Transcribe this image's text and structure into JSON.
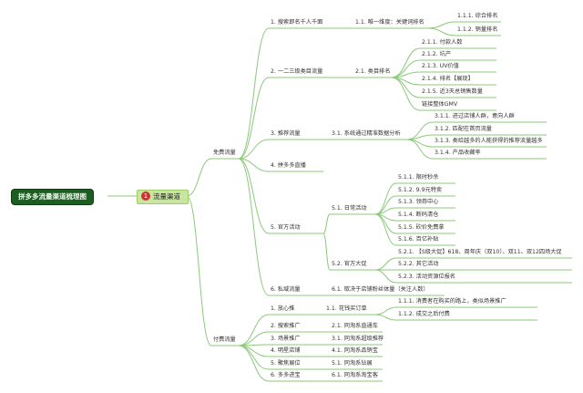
{
  "root": "拼多多流量渠道梳理图",
  "level1": {
    "badge": "1",
    "label": "流量渠道"
  },
  "branches": {
    "free": "免费流量",
    "paid": "付费流量"
  },
  "free": {
    "search": {
      "label": "1. 搜索即名千人千面",
      "sub": "1.1. 唯一维度：关键词排名",
      "leaves": [
        "1.1.1. 综合排名",
        "1.1.2. 销量排名"
      ]
    },
    "category": {
      "label": "2. 一二三级类目流量",
      "sub": "2.1. 类目排名",
      "leaves": [
        "2.1.1. 付款人数",
        "2.1.2. 坑产",
        "2.1.3. UV价值",
        "2.1.4. 排名【展现】",
        "2.1.5. 近3天总销售数量",
        "链接整体GMV"
      ]
    },
    "recommend": {
      "label": "3. 推荐流量",
      "sub": "3.1. 系统通过精准数据分析",
      "leaves": [
        "3.1.1. 进过店铺人群，意向人群",
        "3.1.2. 匹配在首页流量",
        "3.1.3. 类给越多的人能获得的推荐流量越多",
        "3.1.4. 产品收藏率"
      ]
    },
    "live": {
      "label": "4. 拼多多直播"
    },
    "official": {
      "label": "5. 官方活动",
      "daily": {
        "label": "5.1. 日常活动",
        "leaves": [
          "5.1.1. 限时秒杀",
          "5.1.2. 9.9元特卖",
          "5.1.3. 领券中心",
          "5.1.4. 断码清仓",
          "5.1.5. 砍价免费拿",
          "5.1.6. 百亿补贴"
        ]
      },
      "big": {
        "label": "5.2. 官方大促",
        "leaves": [
          "5.2.1. 【S级大促】618、周年庆（双10）、双11、双12四场大促",
          "5.2.2. 其它活动",
          "5.2.3. 活动资源位报名"
        ]
      }
    },
    "private": {
      "label": "6. 私域流量",
      "sub": "6.1. 取决于店铺粉丝体量（关注人数）"
    }
  },
  "paid": {
    "fangxin": {
      "label": "1. 放心推",
      "sub": "1.1. 花钱买订单",
      "leaves": [
        "1.1.1. 消费者在购买的路上，类似场景推广",
        "1.1.2. 成交之后付费"
      ]
    },
    "items": [
      {
        "label": "2. 搜索推广",
        "sub": "2.1. 同淘系直通车"
      },
      {
        "label": "3. 场景推广",
        "sub": "3.1. 同淘系超级推荐"
      },
      {
        "label": "4. 明星店铺",
        "sub": "4.1. 同淘系品销宝"
      },
      {
        "label": "5. 聚焦展位",
        "sub": "5.1. 同淘系钻展"
      },
      {
        "label": "6. 多多进宝",
        "sub": "6.1. 同淘系淘宝客"
      }
    ]
  }
}
